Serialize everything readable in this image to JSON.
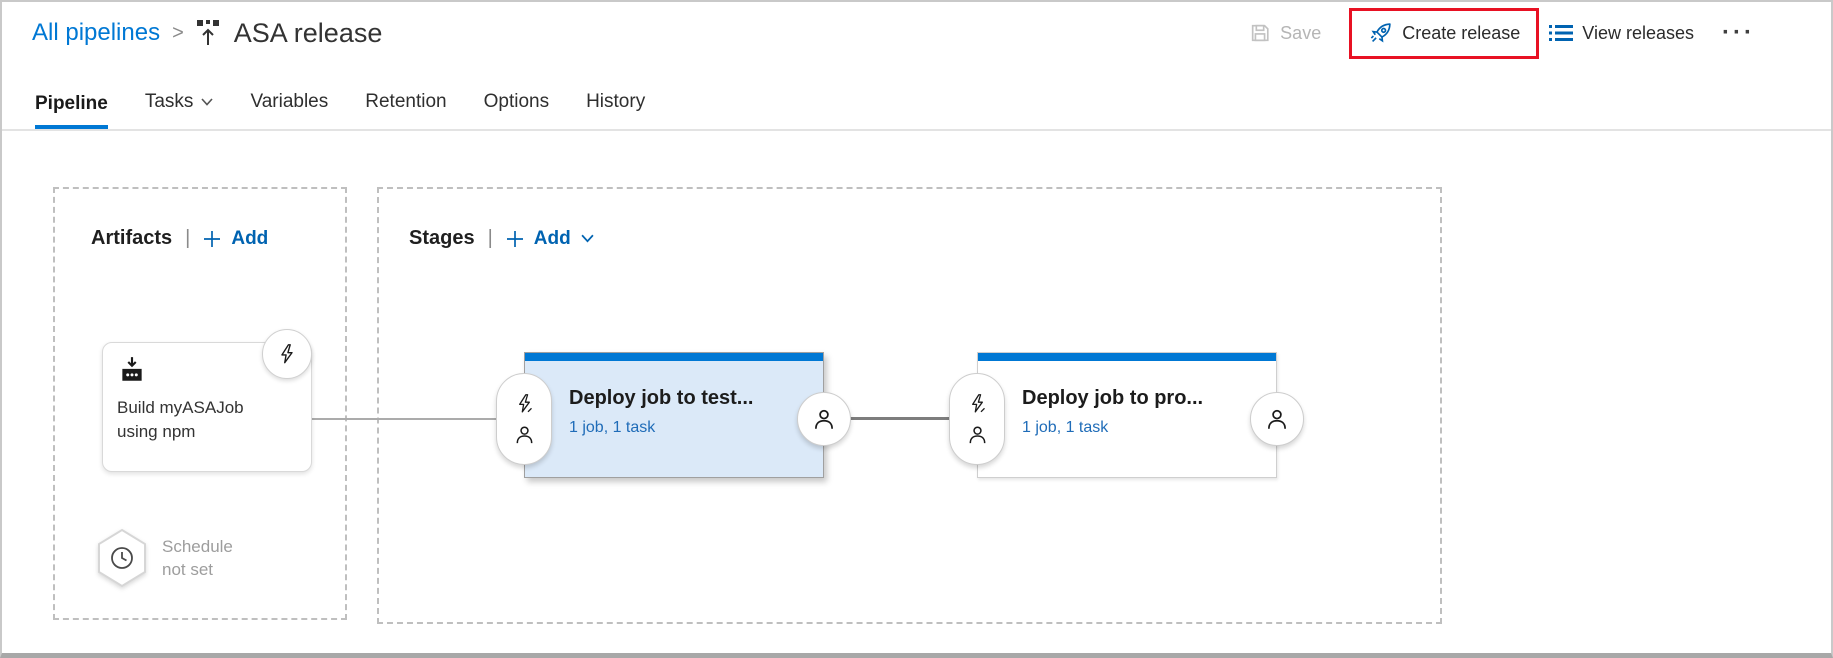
{
  "header": {
    "breadcrumb": {
      "parent": "All pipelines",
      "separator": ">",
      "title": "ASA release"
    },
    "toolbar": {
      "save_label": "Save",
      "create_release_label": "Create release",
      "view_releases_label": "View releases",
      "more_label": "···",
      "highlight_color": "#e81123"
    }
  },
  "tabs": [
    {
      "label": "Pipeline",
      "active": true
    },
    {
      "label": "Tasks",
      "has_dropdown": true
    },
    {
      "label": "Variables"
    },
    {
      "label": "Retention"
    },
    {
      "label": "Options"
    },
    {
      "label": "History"
    }
  ],
  "artifacts_panel": {
    "title": "Artifacts",
    "separator": "|",
    "add_label": "Add",
    "artifact_card": {
      "name_line1": "Build myASAJob",
      "name_line2": "using npm",
      "badge_icon": "lightning-trigger"
    },
    "schedule": {
      "line1": "Schedule",
      "line2": "not set"
    }
  },
  "stages_panel": {
    "title": "Stages",
    "separator": "|",
    "add_label": "Add",
    "stages": [
      {
        "title": "Deploy job to test...",
        "subtitle": "1 job, 1 task",
        "selected": true
      },
      {
        "title": "Deploy job to pro...",
        "subtitle": "1 job, 1 task",
        "selected": false
      }
    ]
  },
  "colors": {
    "accent_blue": "#0078d4",
    "link_blue": "#0063b1",
    "selected_stage_bg": "#dbe9f8",
    "highlight_red": "#e81123"
  }
}
